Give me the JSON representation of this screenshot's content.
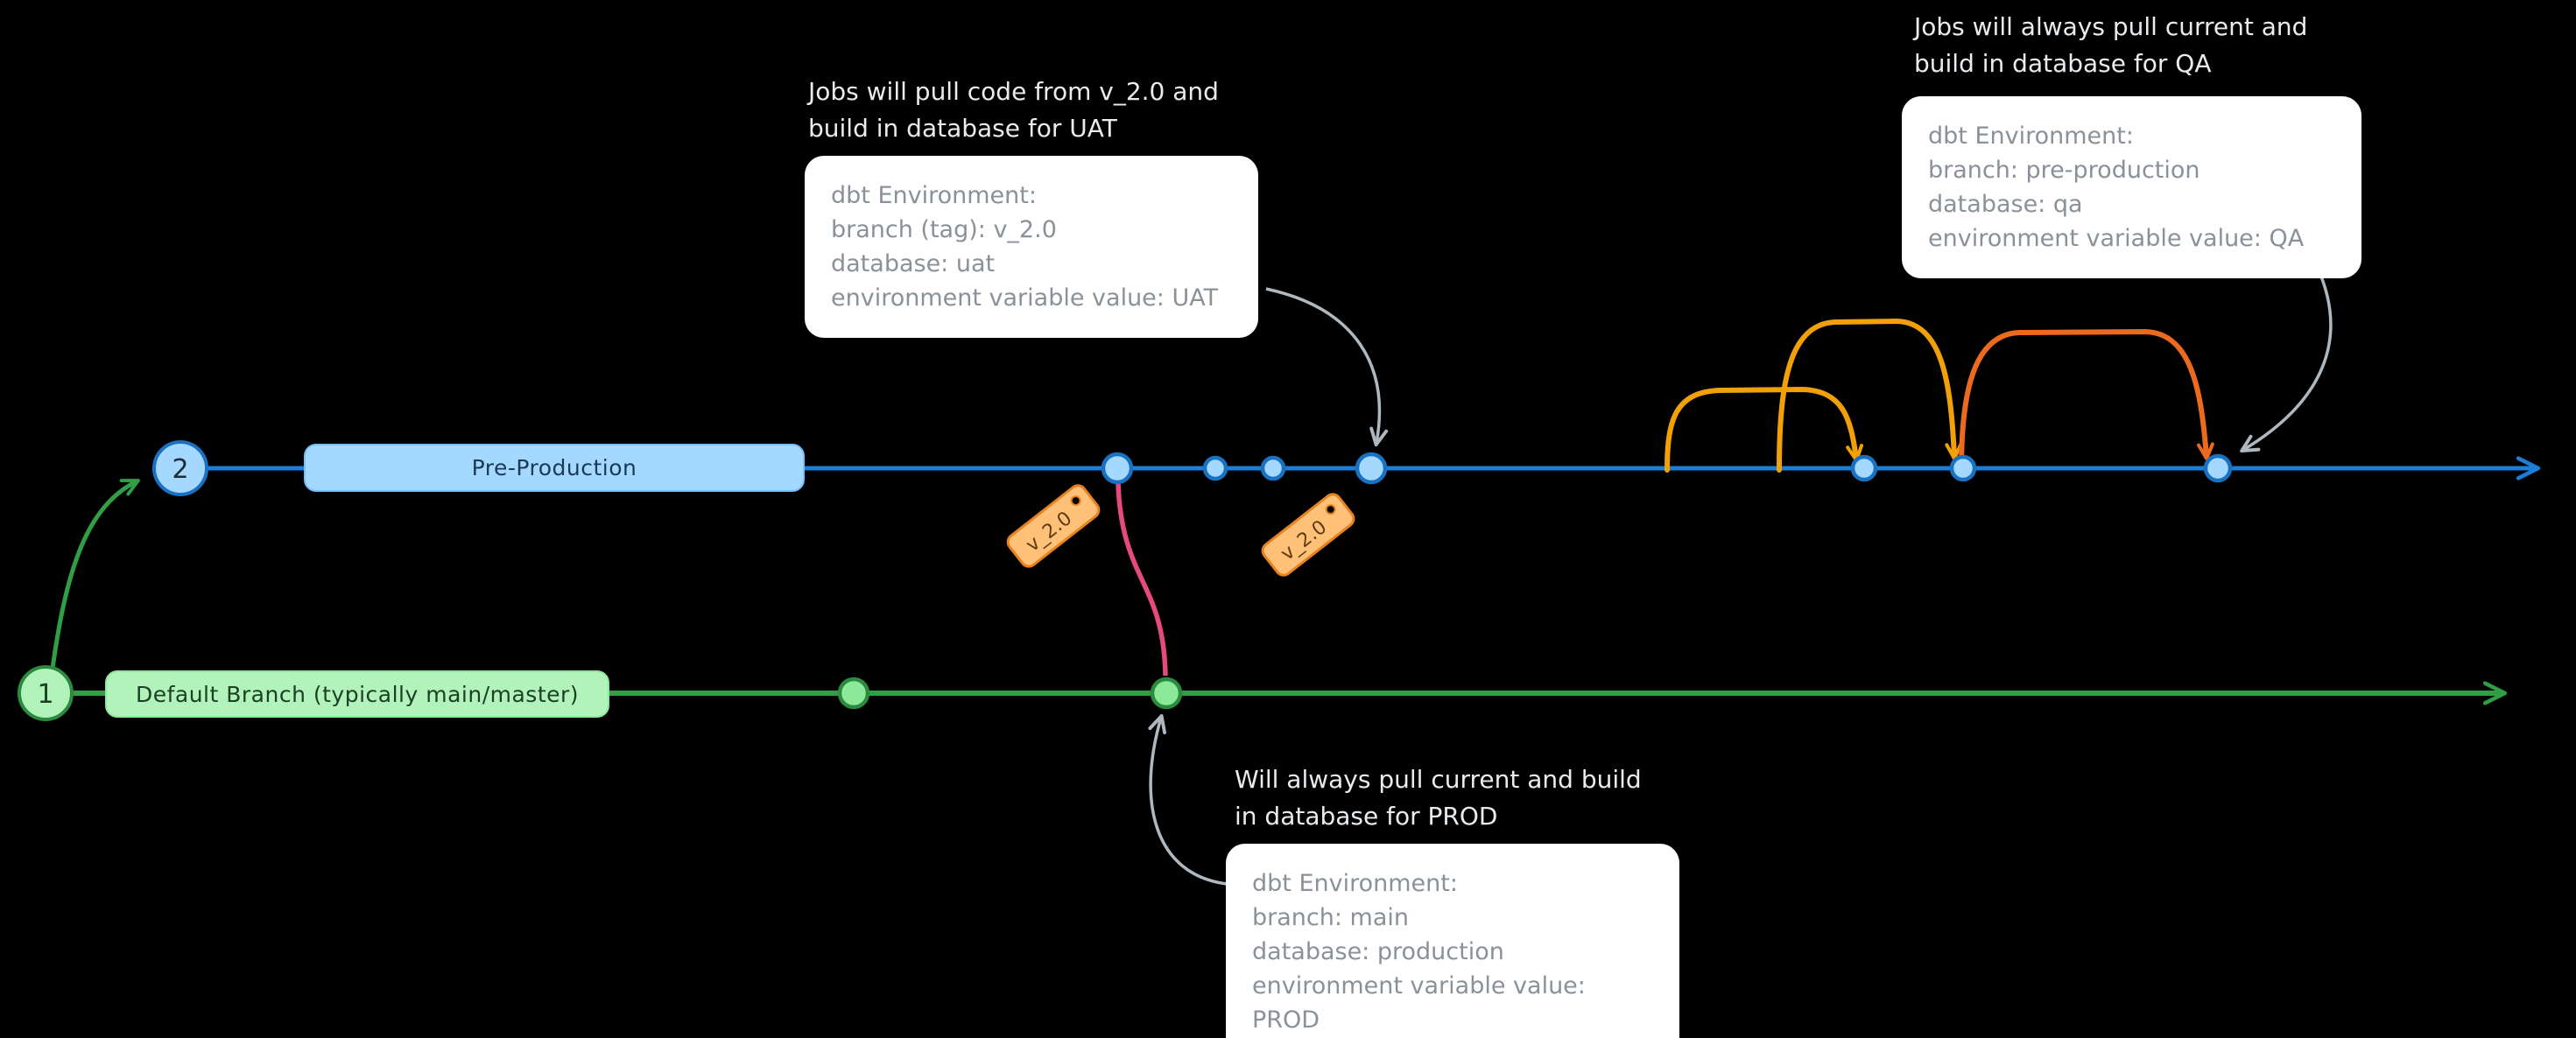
{
  "colors": {
    "background": "#000000",
    "pre_production_branch": "#1c7ed6",
    "pre_production_label_bg": "#a5d8ff",
    "default_branch": "#2f9e44",
    "default_label_bg": "#b2f2bb",
    "merge_curve": "#e64980",
    "job_arc_yellow": "#f2a007",
    "job_arc_orange": "#ec6a1e",
    "tag_fill": "#ffc078",
    "tag_border": "#e8821e",
    "callout_bg": "#ffffff",
    "callout_text": "#8a9199",
    "annotation_text": "#e9ecef",
    "connector_gray": "#b0b8bf"
  },
  "branches": {
    "pre_production": {
      "marker_number": "2",
      "label": "Pre-Production"
    },
    "default_branch": {
      "marker_number": "1",
      "label": "Default Branch (typically main/master)"
    }
  },
  "tags": [
    {
      "label": "v_2.0"
    },
    {
      "label": "v_2.0"
    }
  ],
  "callouts": {
    "uat": {
      "title_line1": "Jobs will pull code from v_2.0 and",
      "title_line2": "build in database for UAT",
      "lines": [
        "dbt Environment:",
        "branch (tag): v_2.0",
        "database: uat",
        "environment variable value: UAT"
      ]
    },
    "qa": {
      "title_line1": "Jobs will always pull current and",
      "title_line2": "build in database for QA",
      "lines": [
        "dbt Environment:",
        "branch: pre-production",
        "database: qa",
        "environment variable value: QA"
      ]
    },
    "prod": {
      "title_line1": "Will always pull current and build",
      "title_line2": "in database for PROD",
      "lines": [
        "dbt Environment:",
        "branch: main",
        "database: production",
        "environment variable value: PROD"
      ]
    }
  }
}
